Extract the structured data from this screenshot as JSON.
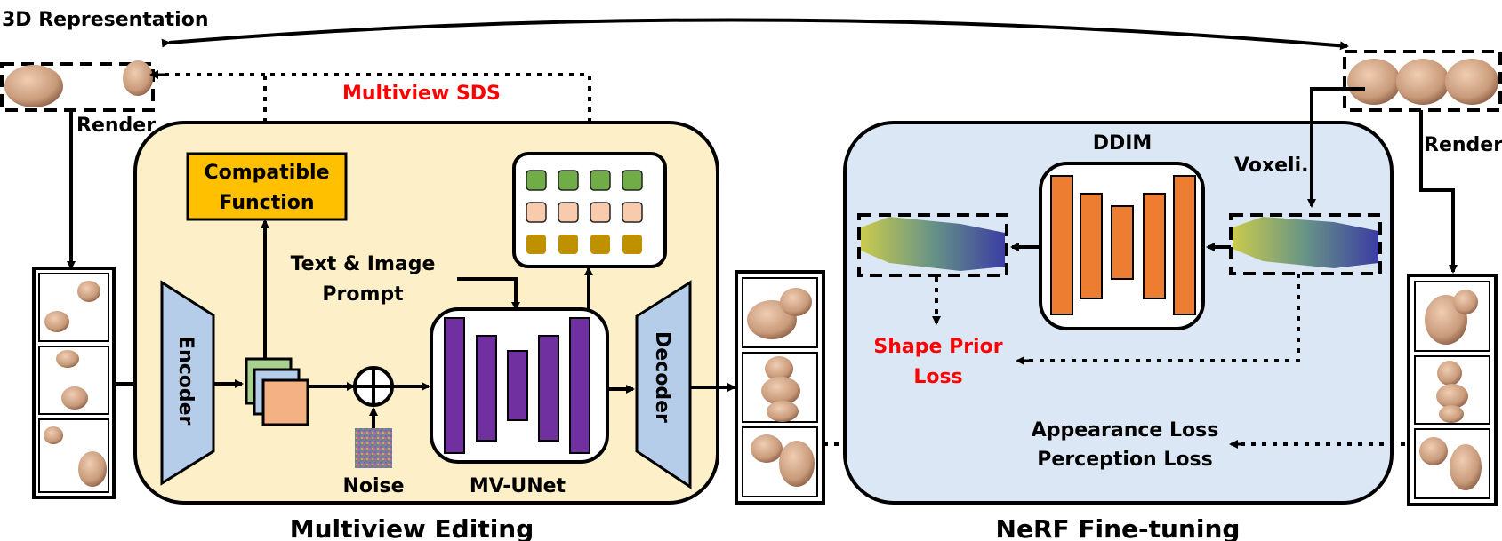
{
  "labels": {
    "top_left_title": "3D Representation",
    "multiview_sds": "Multiview SDS",
    "render_left": "Render",
    "render_right": "Render",
    "compatible_function_line1": "Compatible",
    "compatible_function_line2": "Function",
    "text_image_prompt_line1": "Text & Image",
    "text_image_prompt_line2": "Prompt",
    "encoder": "Encoder",
    "decoder": "Decoder",
    "noise": "Noise",
    "mv_unet": "MV-UNet",
    "multiview_editing": "Multiview Editing",
    "ddim": "DDIM",
    "voxeli": "Voxeli.",
    "shape_prior_loss_line1": "Shape Prior",
    "shape_prior_loss_line2": "Loss",
    "appearance_loss": "Appearance Loss",
    "perception_loss": "Perception Loss",
    "nerf_finetuning": "NeRF Fine-tuning"
  },
  "colors": {
    "editing_panel_fill": "#fdf0c8",
    "nerf_panel_fill": "#dce7f5",
    "encoder_fill": "#b5cde8",
    "compatible_fill": "#ffc000",
    "unet_purple": "#7030a0",
    "ddim_orange": "#ed7d31",
    "loss_red": "#ff0000",
    "grid_green": "#70ad47",
    "grid_peach": "#f8cbad",
    "grid_olive": "#bf9000",
    "tooth": "#c89a7a"
  },
  "icons": [
    "tooth-render-icon",
    "noise-icon",
    "voxel-icon",
    "latent-stack-icon",
    "plus-circle-icon"
  ]
}
